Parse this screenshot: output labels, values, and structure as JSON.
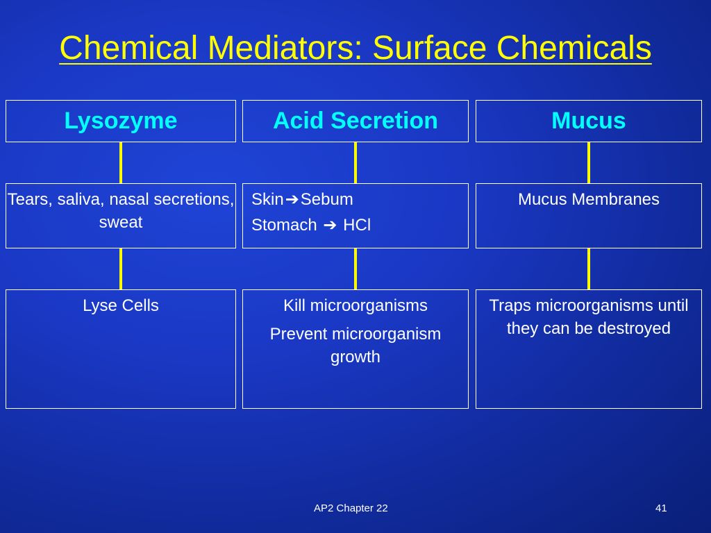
{
  "slide": {
    "title": "Chemical Mediators: Surface Chemicals",
    "columns": [
      {
        "header": "Lysozyme",
        "source_lines": [
          "Tears, saliva, nasal secretions, sweat"
        ],
        "function_lines": [
          "Lyse Cells"
        ]
      },
      {
        "header": "Acid Secretion",
        "source_items": [
          {
            "from": "Skin",
            "to": "Sebum"
          },
          {
            "from": "Stomach",
            "to": "HCl"
          }
        ],
        "function_lines": [
          "Kill microorganisms",
          "Prevent microorganism growth"
        ]
      },
      {
        "header": "Mucus",
        "source_lines": [
          "Mucus Membranes"
        ],
        "function_lines": [
          "Traps microorganisms until they can be destroyed"
        ]
      }
    ],
    "arrow_icon": "right-arrow-icon",
    "footer": {
      "label": "AP2 Chapter 22",
      "page_number": "41"
    },
    "colors": {
      "background": "#1a38c4",
      "title": "#ffff00",
      "header_text": "#00ffff",
      "body_text": "#ffffff",
      "connector": "#ffff00",
      "box_border": "#ffffff"
    }
  }
}
